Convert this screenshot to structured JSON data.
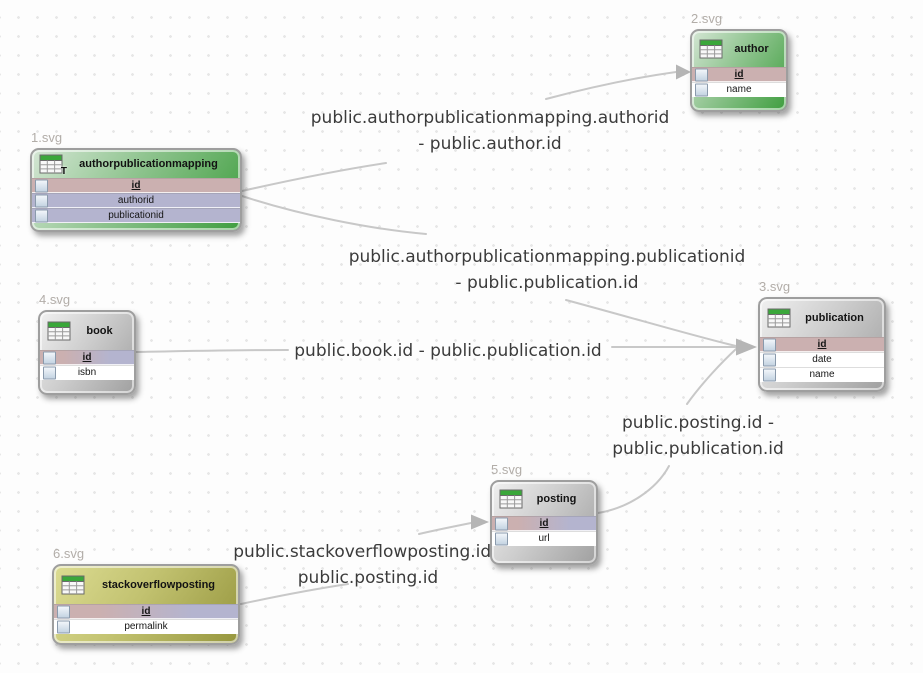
{
  "diagram": {
    "tables": [
      {
        "file_label": "1.svg",
        "title": "authorpublicationmapping",
        "theme": "green",
        "icon": "table-icon-with-t",
        "columns": [
          {
            "name": "id",
            "key": "primary"
          },
          {
            "name": "authorid",
            "key": "foreign"
          },
          {
            "name": "publicationid",
            "key": "foreign"
          }
        ]
      },
      {
        "file_label": "2.svg",
        "title": "author",
        "theme": "green",
        "icon": "table-icon",
        "columns": [
          {
            "name": "id",
            "key": "primary"
          },
          {
            "name": "name",
            "key": "none"
          }
        ]
      },
      {
        "file_label": "3.svg",
        "title": "publication",
        "theme": "gray",
        "icon": "table-icon",
        "columns": [
          {
            "name": "id",
            "key": "primary"
          },
          {
            "name": "date",
            "key": "none"
          },
          {
            "name": "name",
            "key": "none"
          }
        ]
      },
      {
        "file_label": "4.svg",
        "title": "book",
        "theme": "gray",
        "icon": "table-icon",
        "columns": [
          {
            "name": "id",
            "key": "primary+foreign"
          },
          {
            "name": "isbn",
            "key": "none"
          }
        ]
      },
      {
        "file_label": "5.svg",
        "title": "posting",
        "theme": "gray",
        "icon": "table-icon",
        "columns": [
          {
            "name": "id",
            "key": "primary+foreign"
          },
          {
            "name": "url",
            "key": "none"
          }
        ]
      },
      {
        "file_label": "6.svg",
        "title": "stackoverflowposting",
        "theme": "olive",
        "icon": "table-icon",
        "columns": [
          {
            "name": "id",
            "key": "primary+foreign"
          },
          {
            "name": "permalink",
            "key": "none"
          }
        ]
      }
    ],
    "relationships": [
      {
        "line1": "public.authorpublicationmapping.authorid",
        "line2": "- public.author.id"
      },
      {
        "line1": "public.authorpublicationmapping.publicationid",
        "line2": "- public.publication.id"
      },
      {
        "line1": "public.book.id - public.publication.id",
        "line2": ""
      },
      {
        "line1": "public.posting.id -",
        "line2": "public.publication.id"
      },
      {
        "line1": "public.stackoverflowposting.id -",
        "line2": "public.posting.id"
      }
    ],
    "colors": {
      "header_green": "#8fc48f",
      "header_gray": "#cecece",
      "header_olive": "#c2c270",
      "primary_key_row": "#cbb0b0",
      "foreign_key_row": "#b4b4cf",
      "plain_row": "#ffffff",
      "connection_line": "#c8c8c8",
      "arrowhead": "#b5b5b5",
      "label_text": "#3b3b3b",
      "file_label_text": "#b2ada8",
      "icon_header_green": "#3aa73a"
    }
  }
}
